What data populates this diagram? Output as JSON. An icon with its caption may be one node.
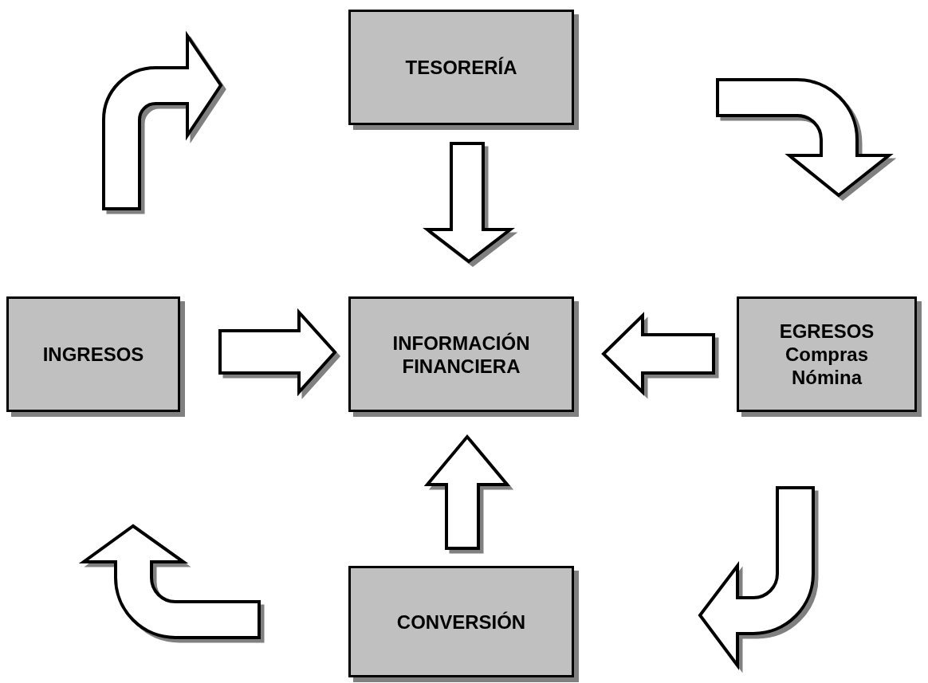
{
  "diagram": {
    "nodes": [
      {
        "text": [
          "TESORERÍA"
        ]
      },
      {
        "text": [
          "INGRESOS"
        ]
      },
      {
        "text": [
          "INFORMACIÓN FINANCIERA"
        ]
      },
      {
        "text": [
          "EGRESOS Compras Nómina"
        ]
      },
      {
        "text": [
          "CONVERSIÓN"
        ]
      }
    ],
    "edges": [
      {
        "from": 0,
        "to": 2,
        "arrow": "to"
      },
      {
        "from": 1,
        "to": 2,
        "arrow": "to"
      },
      {
        "from": 3,
        "to": 2,
        "arrow": "to"
      },
      {
        "from": 4,
        "to": 2,
        "arrow": "to"
      }
    ]
  }
}
